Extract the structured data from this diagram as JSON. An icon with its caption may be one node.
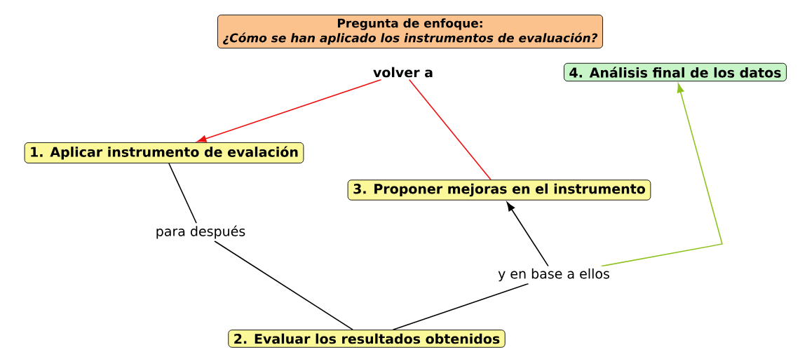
{
  "diagram": {
    "nodes": [
      {
        "text": [
          "Pregunta de enfoque:",
          "¿Cómo se han aplicado los instrumentos de evaluación?"
        ]
      },
      {
        "text": [
          "volver a"
        ]
      },
      {
        "text": [
          "4. Análisis final de los datos"
        ]
      },
      {
        "text": [
          "1. Aplicar instrumento de evalación"
        ]
      },
      {
        "text": [
          "3. Proponer mejoras en el instrumento"
        ]
      },
      {
        "text": [
          "para después"
        ]
      },
      {
        "text": [
          "y en base a ellos"
        ]
      },
      {
        "text": [
          "2. Evaluar los resultados obtenidos"
        ]
      }
    ],
    "edges": [
      {
        "from": 3,
        "to": 5,
        "arrow": "none"
      },
      {
        "from": 5,
        "to": 7,
        "arrow": "none"
      },
      {
        "from": 7,
        "to": 6,
        "arrow": "none"
      },
      {
        "from": 6,
        "to": 4,
        "arrow": "to"
      },
      {
        "from": 6,
        "to": 2,
        "arrow": "to",
        "color": "#8fc31f"
      },
      {
        "from": 4,
        "to": 1,
        "arrow": "none",
        "color": "#ee1111"
      },
      {
        "from": 1,
        "to": 3,
        "arrow": "to",
        "color": "#ee1111"
      }
    ]
  }
}
